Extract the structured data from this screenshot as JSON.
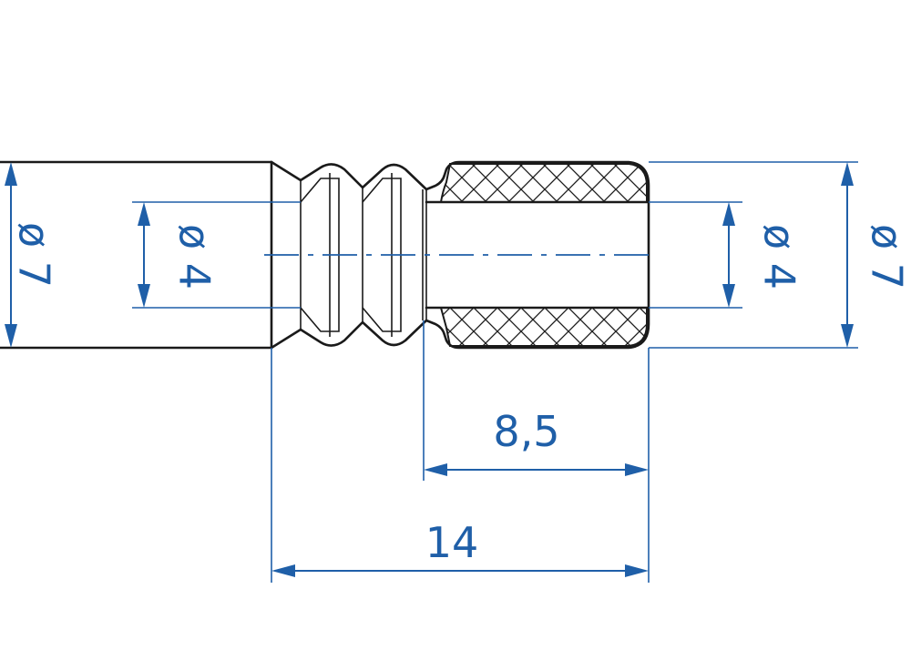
{
  "dimensions": {
    "outer_left": "ø 7",
    "inner_left": "ø 4",
    "inner_right": "ø 4",
    "outer_right": "ø 7",
    "socket_length": "8,5",
    "total_length": "14"
  },
  "colors": {
    "dimension": "#1f5fa8",
    "outline": "#1a1a1a",
    "background": "#ffffff"
  }
}
